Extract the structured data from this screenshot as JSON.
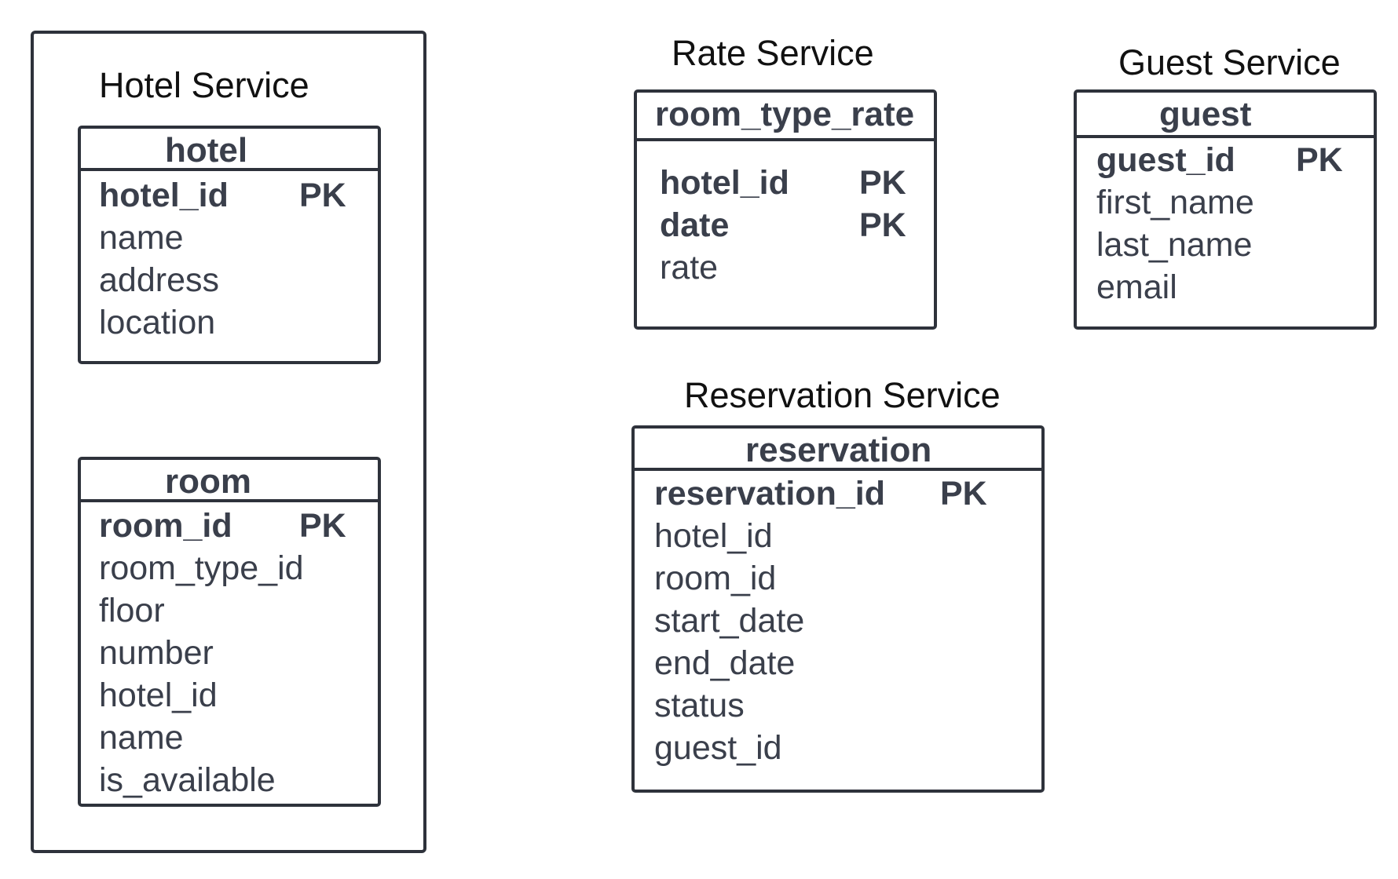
{
  "hotel_service": {
    "title": "Hotel Service",
    "hotel": {
      "name": "hotel",
      "columns": [
        {
          "name": "hotel_id",
          "key": "PK"
        },
        {
          "name": "name"
        },
        {
          "name": "address"
        },
        {
          "name": "location"
        }
      ]
    },
    "room": {
      "name": "room",
      "columns": [
        {
          "name": "room_id",
          "key": "PK"
        },
        {
          "name": "room_type_id"
        },
        {
          "name": "floor"
        },
        {
          "name": "number"
        },
        {
          "name": "hotel_id"
        },
        {
          "name": "name"
        },
        {
          "name": "is_available"
        }
      ]
    }
  },
  "rate_service": {
    "title": "Rate Service",
    "room_type_rate": {
      "name": "room_type_rate",
      "columns": [
        {
          "name": "hotel_id",
          "key": "PK"
        },
        {
          "name": "date",
          "key": "PK"
        },
        {
          "name": "rate"
        }
      ]
    }
  },
  "guest_service": {
    "title": "Guest Service",
    "guest": {
      "name": "guest",
      "columns": [
        {
          "name": "guest_id",
          "key": "PK"
        },
        {
          "name": "first_name"
        },
        {
          "name": "last_name"
        },
        {
          "name": "email"
        }
      ]
    }
  },
  "reservation_service": {
    "title": "Reservation Service",
    "reservation": {
      "name": "reservation",
      "columns": [
        {
          "name": "reservation_id",
          "key": "PK"
        },
        {
          "name": "hotel_id"
        },
        {
          "name": "room_id"
        },
        {
          "name": "start_date"
        },
        {
          "name": "end_date"
        },
        {
          "name": "status"
        },
        {
          "name": "guest_id"
        }
      ]
    }
  }
}
